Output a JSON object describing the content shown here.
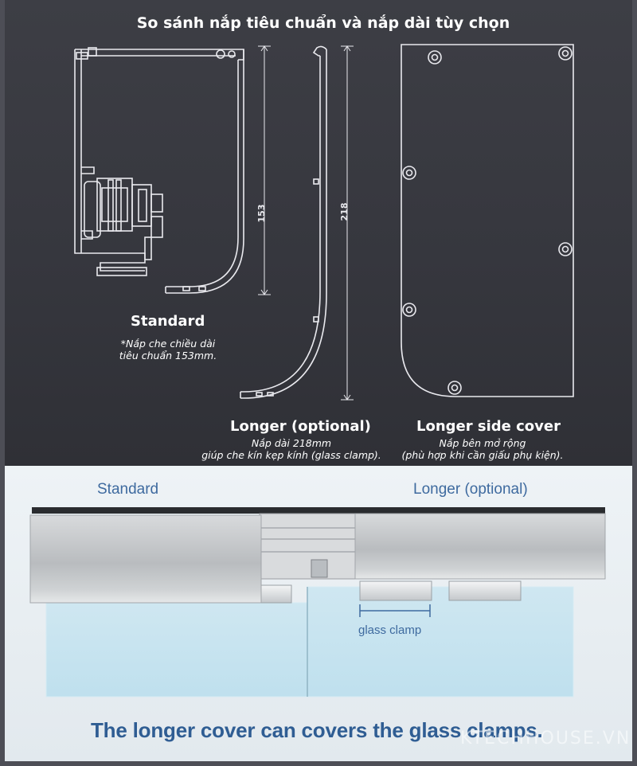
{
  "title": "So sánh nắp tiêu chuẩn và nắp dài tùy chọn",
  "drawing": {
    "standard_label": "Standard",
    "standard_note_1": "*Nắp che chiều dài",
    "standard_note_2": "tiêu chuẩn 153mm.",
    "dim_standard": "153",
    "dim_longer": "218",
    "longer_label": "Longer (optional)",
    "longer_note_1": "Nắp dài 218mm",
    "longer_note_2": "giúp che kín kẹp kính (glass clamp).",
    "side_label": "Longer side cover",
    "side_note_1": "Nắp bên mở rộng",
    "side_note_2": "(phù hợp khi cần giấu phụ kiện)."
  },
  "photo": {
    "standard_label": "Standard",
    "longer_label": "Longer (optional)",
    "clamp_label": "glass clamp",
    "caption": "The longer cover can covers the glass clamps.",
    "watermark": "KTECHHOUSE.VN"
  },
  "colors": {
    "dark_bg": "#3a3b42",
    "line": "#ffffff",
    "blue_text": "#3e6a9f"
  }
}
